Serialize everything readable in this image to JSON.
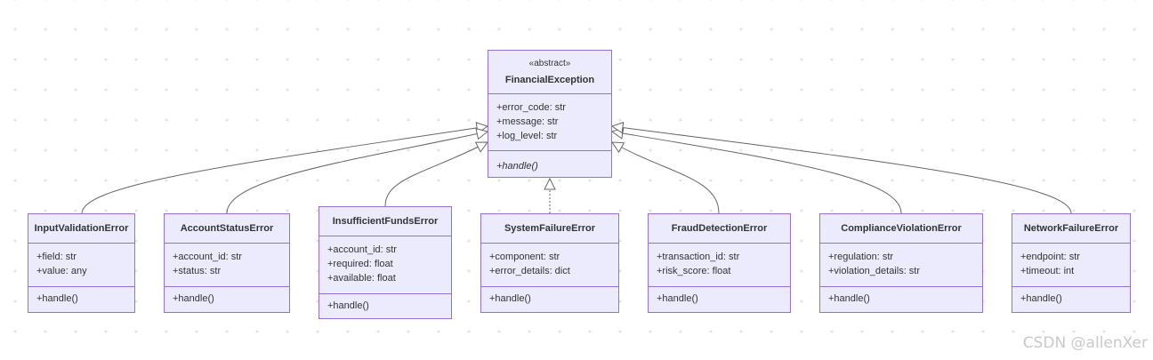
{
  "diagram": {
    "base_class": {
      "stereotype": "«abstract»",
      "name": "FinancialException",
      "attributes": [
        "+error_code: str",
        "+message: str",
        "+log_level: str"
      ],
      "methods": [
        "+handle()"
      ]
    },
    "subclasses": [
      {
        "name": "InputValidationError",
        "attributes": [
          "+field: str",
          "+value: any"
        ],
        "methods": [
          "+handle()"
        ]
      },
      {
        "name": "AccountStatusError",
        "attributes": [
          "+account_id: str",
          "+status: str"
        ],
        "methods": [
          "+handle()"
        ]
      },
      {
        "name": "InsufficientFundsError",
        "attributes": [
          "+account_id: str",
          "+required: float",
          "+available: float"
        ],
        "methods": [
          "+handle()"
        ]
      },
      {
        "name": "SystemFailureError",
        "attributes": [
          "+component: str",
          "+error_details: dict"
        ],
        "methods": [
          "+handle()"
        ]
      },
      {
        "name": "FraudDetectionError",
        "attributes": [
          "+transaction_id: str",
          "+risk_score: float"
        ],
        "methods": [
          "+handle()"
        ]
      },
      {
        "name": "ComplianceViolationError",
        "attributes": [
          "+regulation: str",
          "+violation_details: str"
        ],
        "methods": [
          "+handle()"
        ]
      },
      {
        "name": "NetworkFailureError",
        "attributes": [
          "+endpoint: str",
          "+timeout: int"
        ],
        "methods": [
          "+handle()"
        ]
      }
    ],
    "relationship": "inheritance",
    "colors": {
      "fill": "#ecebfe",
      "border": "#9370db",
      "edge": "#666666"
    }
  },
  "watermark": "CSDN @allenXer"
}
